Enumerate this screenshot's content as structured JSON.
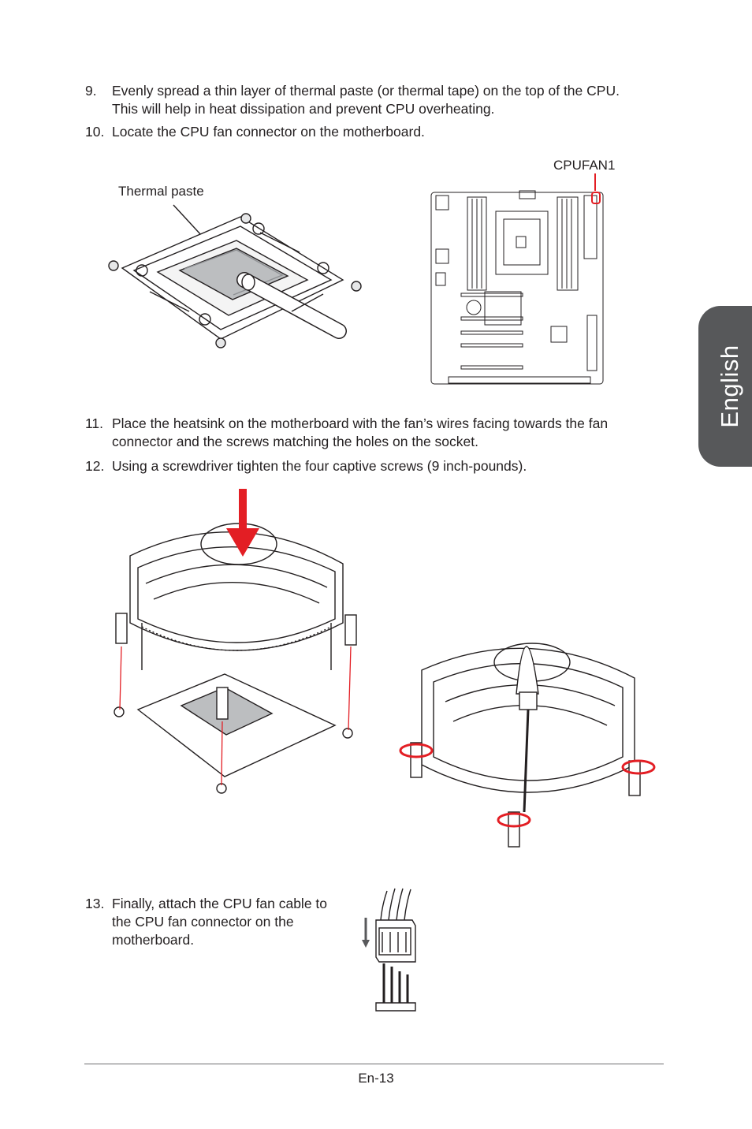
{
  "steps": [
    {
      "num": "9.",
      "text": "Evenly spread a thin layer of thermal paste (or thermal tape) on the top of the CPU. This will help in heat dissipation and prevent CPU overheating."
    },
    {
      "num": "10.",
      "text": "Locate the CPU fan connector on the motherboard."
    },
    {
      "num": "11.",
      "text": "Place the heatsink on the motherboard with the fan’s wires facing towards the fan connector and the screws matching the holes on the socket."
    },
    {
      "num": "12.",
      "text": "Using a screwdriver tighten the four captive screws (9 inch-pounds)."
    },
    {
      "num": "13.",
      "text": "Finally, attach the CPU fan cable to the CPU fan connector on the motherboard."
    }
  ],
  "callouts": {
    "thermal_paste": "Thermal paste",
    "cpufan": "CPUFAN1"
  },
  "side_tab": "English",
  "page_number": "En-13",
  "colors": {
    "accent": "#e31e24",
    "tab": "#57585a",
    "paste": "#bcbec0"
  }
}
